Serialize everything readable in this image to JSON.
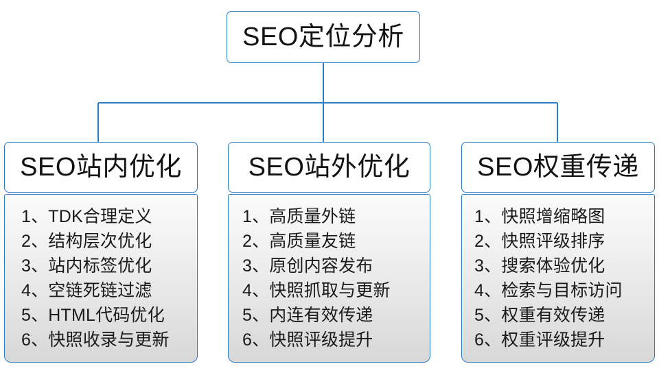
{
  "diagram": {
    "type": "org-tree",
    "title": "SEO定位分析",
    "accent_color": "#2d7dc4",
    "text_color": "#1a1a1a",
    "background_color": "#ffffff",
    "root": {
      "label": "SEO定位分析"
    },
    "branches": [
      {
        "header": "SEO站内优化",
        "items": [
          "1、TDK合理定义",
          "2、结构层次优化",
          "3、站内标签优化",
          "4、空链死链过滤",
          "5、HTML代码优化",
          "6、快照收录与更新"
        ]
      },
      {
        "header": "SEO站外优化",
        "items": [
          "1、高质量外链",
          "2、高质量友链",
          "3、原创内容发布",
          "4、快照抓取与更新",
          "5、内连有效传递",
          "6、快照评级提升"
        ]
      },
      {
        "header": "SEO权重传递",
        "items": [
          "1、快照增缩略图",
          "2、快照评级排序",
          "3、搜索体验优化",
          "4、检索与目标访问",
          "5、权重有效传递",
          "6、权重评级提升"
        ]
      }
    ]
  }
}
